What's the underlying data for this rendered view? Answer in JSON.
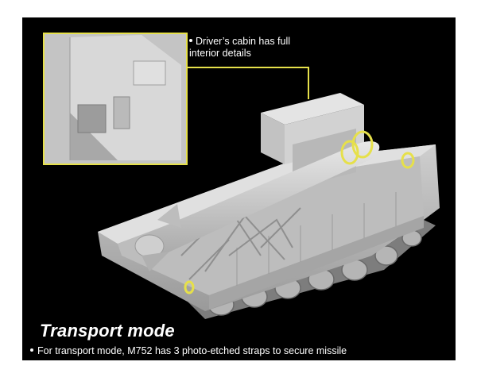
{
  "callout": {
    "text_line1": "Driver’s cabin has full",
    "text_line2": "interior details"
  },
  "mode": {
    "title": "Transport mode",
    "description": "For transport mode, M752 has 3 photo-etched straps to secure missile"
  },
  "colors": {
    "background": "#000000",
    "highlight_yellow": "#e6e04a",
    "model_gray": "#c9c9c9",
    "text": "#ffffff"
  }
}
